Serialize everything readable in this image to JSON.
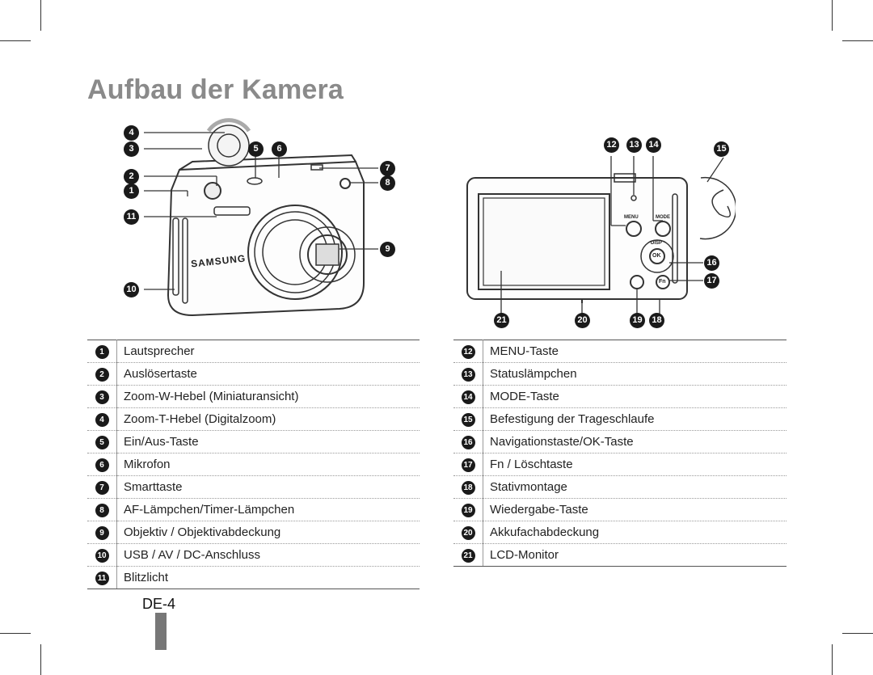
{
  "page": {
    "title": "Aufbau der Kamera",
    "page_number": "DE-4"
  },
  "front_view": {
    "brand": "SAMSUNG",
    "callouts": [
      "4",
      "3",
      "5",
      "6",
      "2",
      "7",
      "1",
      "8",
      "11",
      "9",
      "10"
    ]
  },
  "back_view": {
    "button_labels": {
      "menu": "MENU",
      "mode": "MODE",
      "disp": "DISP",
      "ok": "OK",
      "fn": "Fn"
    },
    "callouts": [
      "12",
      "13",
      "14",
      "15",
      "16",
      "17",
      "21",
      "20",
      "19",
      "18"
    ]
  },
  "legend_left": [
    {
      "num": "1",
      "label": "Lautsprecher"
    },
    {
      "num": "2",
      "label": "Auslösertaste"
    },
    {
      "num": "3",
      "label": "Zoom-W-Hebel (Miniaturansicht)"
    },
    {
      "num": "4",
      "label": "Zoom-T-Hebel (Digitalzoom)"
    },
    {
      "num": "5",
      "label": "Ein/Aus-Taste"
    },
    {
      "num": "6",
      "label": "Mikrofon"
    },
    {
      "num": "7",
      "label": "Smarttaste"
    },
    {
      "num": "8",
      "label": "AF-Lämpchen/Timer-Lämpchen"
    },
    {
      "num": "9",
      "label": "Objektiv / Objektivabdeckung"
    },
    {
      "num": "10",
      "label": "USB / AV / DC-Anschluss"
    },
    {
      "num": "11",
      "label": "Blitzlicht"
    }
  ],
  "legend_right": [
    {
      "num": "12",
      "label": "MENU-Taste"
    },
    {
      "num": "13",
      "label": "Statuslämpchen"
    },
    {
      "num": "14",
      "label": "MODE-Taste"
    },
    {
      "num": "15",
      "label": "Befestigung der Trageschlaufe"
    },
    {
      "num": "16",
      "label": "Navigationstaste/OK-Taste"
    },
    {
      "num": "17",
      "label": "Fn / Löschtaste"
    },
    {
      "num": "18",
      "label": "Stativmontage"
    },
    {
      "num": "19",
      "label": "Wiedergabe-Taste"
    },
    {
      "num": "20",
      "label": "Akkufachabdeckung"
    },
    {
      "num": "21",
      "label": "LCD-Monitor"
    }
  ]
}
